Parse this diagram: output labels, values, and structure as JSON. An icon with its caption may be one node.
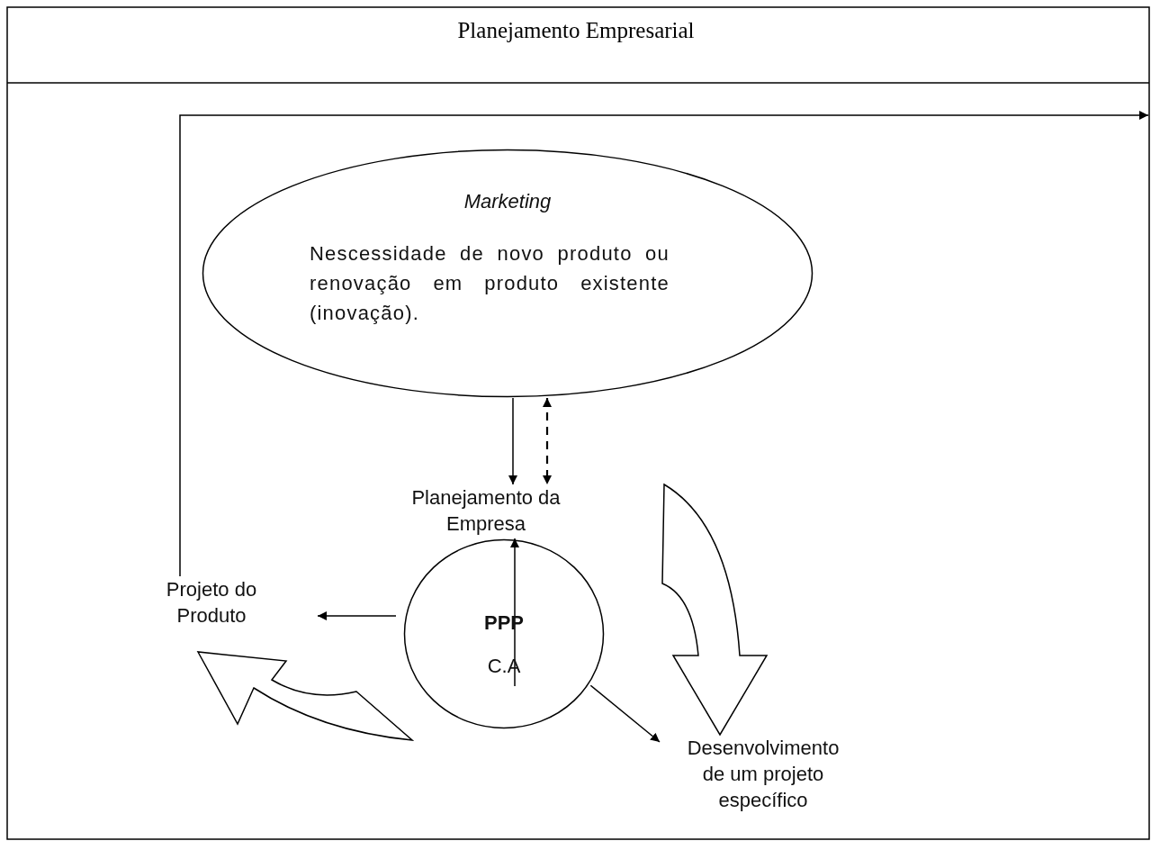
{
  "diagram": {
    "title": "Planejamento Empresarial",
    "nodes": [
      {
        "text": [
          "Marketing",
          "Nescessidade de novo produto ou renovação em produto existente (inovação)."
        ]
      },
      {
        "text": [
          "Planejamento da Empresa"
        ]
      },
      {
        "text": [
          "PPP",
          "C.A"
        ]
      },
      {
        "text": [
          "Projeto do Produto"
        ]
      },
      {
        "text": [
          "Desenvolvimento de um projeto específico"
        ]
      }
    ],
    "edges": [
      {
        "from": 0,
        "to": 1,
        "arrow": "to"
      },
      {
        "from": 0,
        "to": 1,
        "arrow": "both",
        "style": "dashed"
      },
      {
        "from": 2,
        "to": 1,
        "arrow": "to"
      },
      {
        "from": 2,
        "to": 3,
        "arrow": "to"
      },
      {
        "from": 2,
        "to": 4,
        "arrow": "to"
      },
      {
        "from": 3,
        "to": null,
        "arrow": "to"
      },
      {
        "from": 1,
        "to": 4,
        "arrow": "to",
        "style": "thick"
      },
      {
        "from": 2,
        "to": 3,
        "arrow": "to",
        "style": "thick"
      }
    ]
  }
}
